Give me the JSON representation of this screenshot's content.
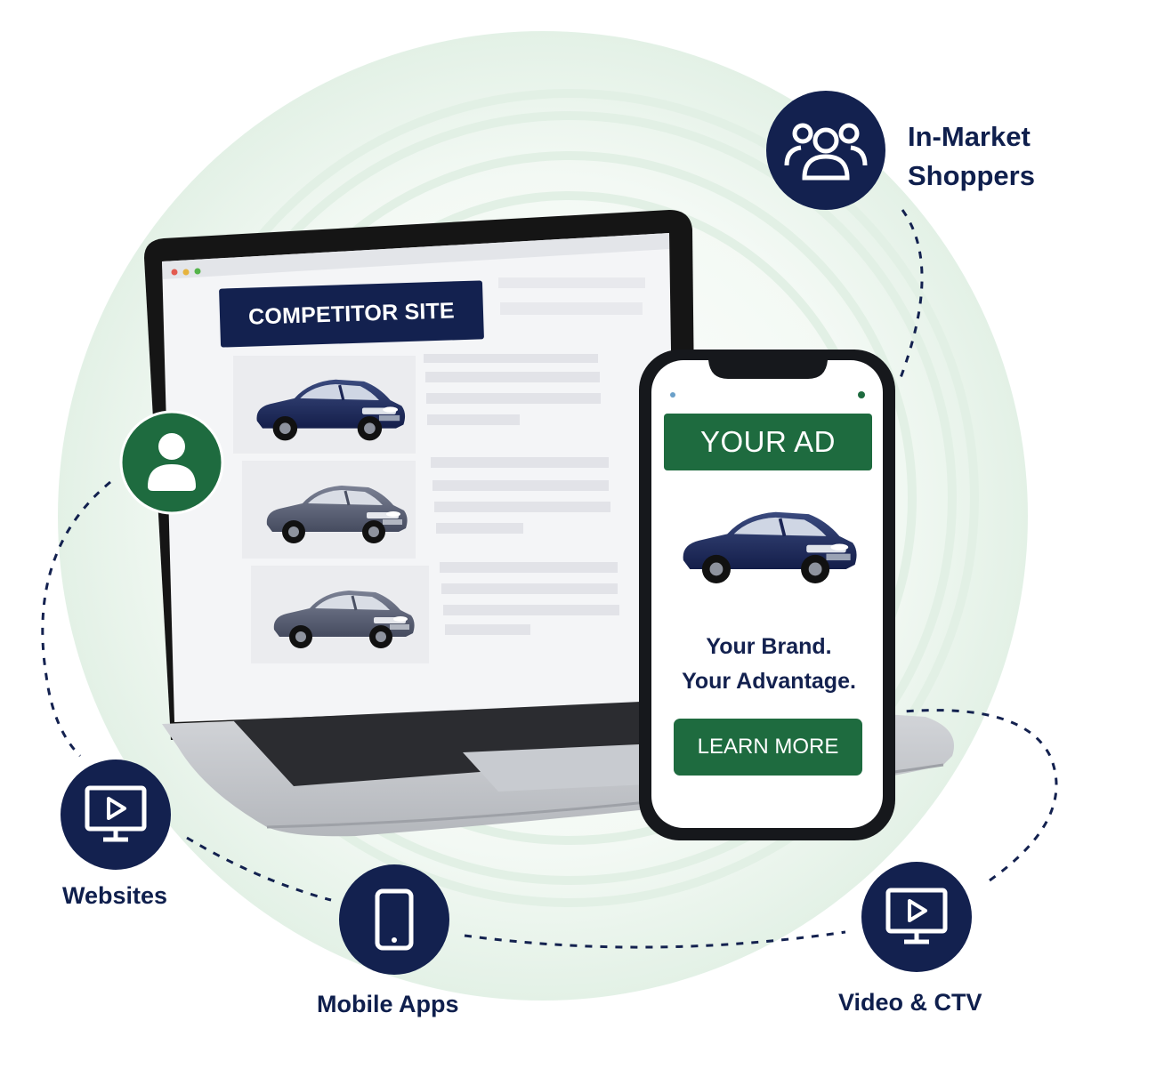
{
  "competitor": {
    "banner_label": "COMPETITOR SITE"
  },
  "ad": {
    "banner_label": "YOUR AD",
    "tagline_line1": "Your Brand.",
    "tagline_line2": "Your Advantage.",
    "cta_label": "LEARN MORE"
  },
  "channels": {
    "in_market_line1": "In-Market",
    "in_market_line2": "Shoppers",
    "websites": "Websites",
    "mobile_apps": "Mobile Apps",
    "video_ctv": "Video & CTV"
  },
  "icons": {
    "in_market": "users-group-icon",
    "shopper": "user-icon",
    "websites": "monitor-play-icon",
    "mobile_apps": "smartphone-icon",
    "video_ctv": "monitor-play-icon"
  },
  "colors": {
    "navy": "#13214f",
    "green": "#1e6b3f",
    "ring": "#e6f3ea",
    "white": "#ffffff"
  }
}
